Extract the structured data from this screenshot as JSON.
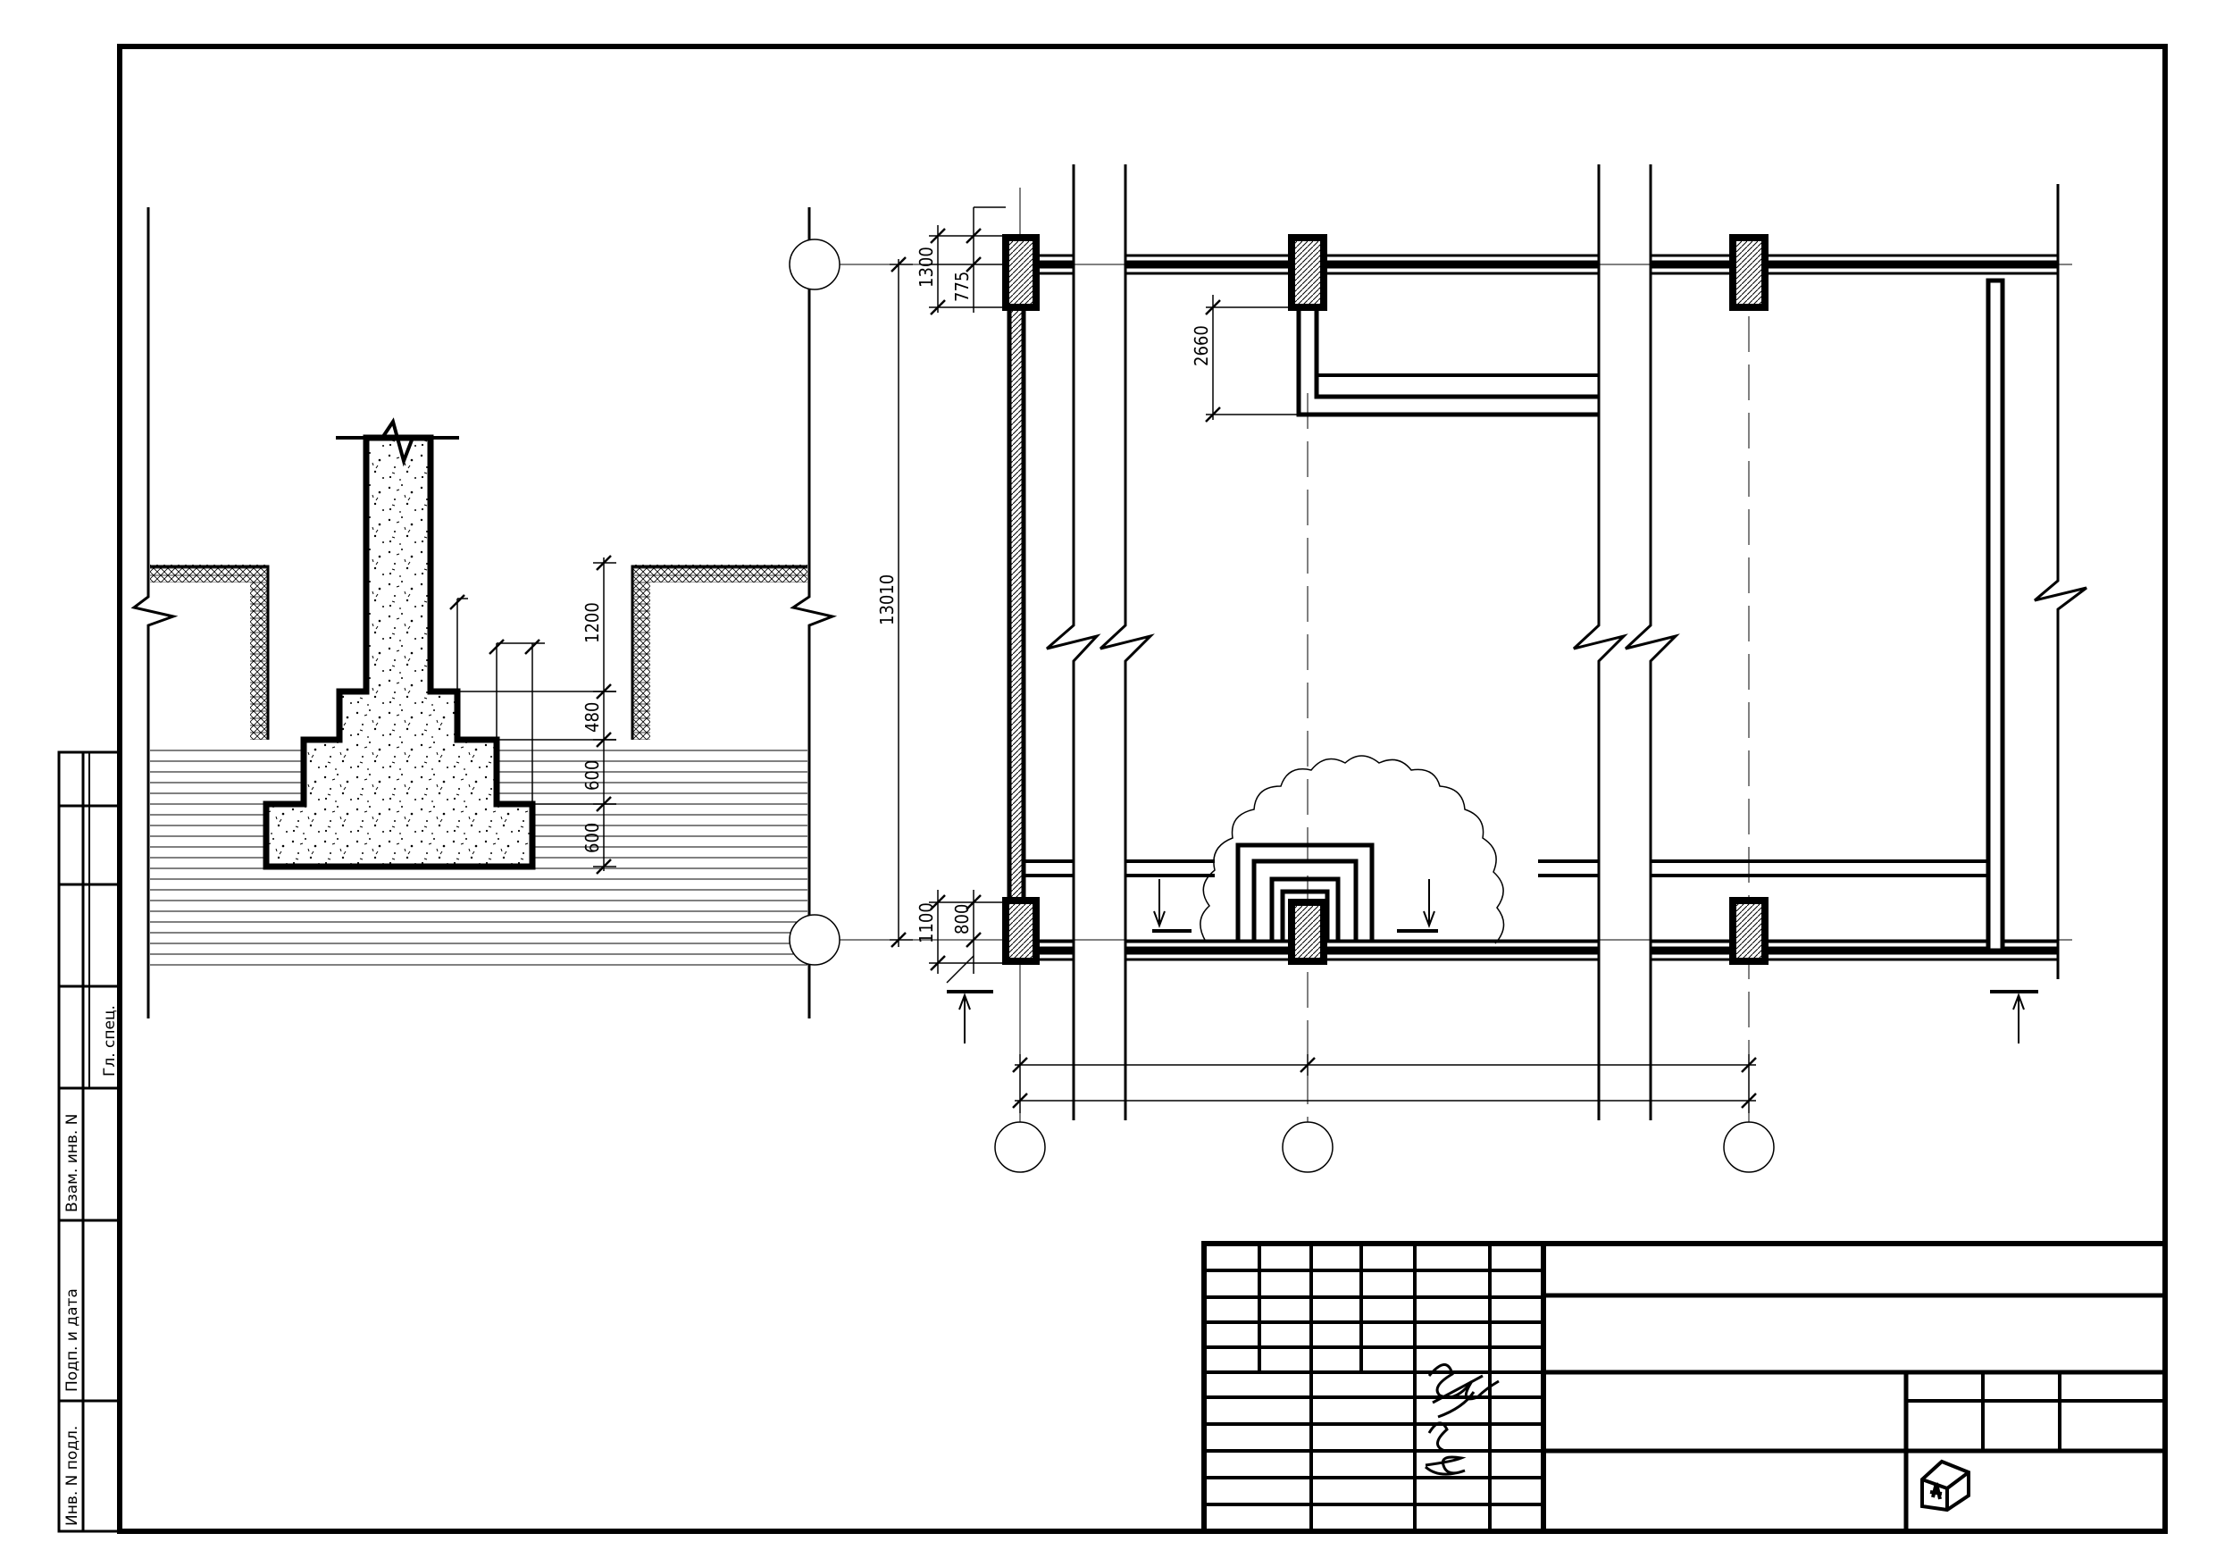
{
  "dimensions": {
    "section": [
      "1200",
      "480",
      "600",
      "600"
    ],
    "plan_vertical": [
      "13010",
      "1300",
      "775",
      "2660",
      "1100",
      "800"
    ]
  },
  "side_stamp": {
    "labels": [
      "Взам. инв. N",
      "Подп. и дата",
      "Инв. N подл."
    ],
    "spec_label": "Гл. спец."
  }
}
